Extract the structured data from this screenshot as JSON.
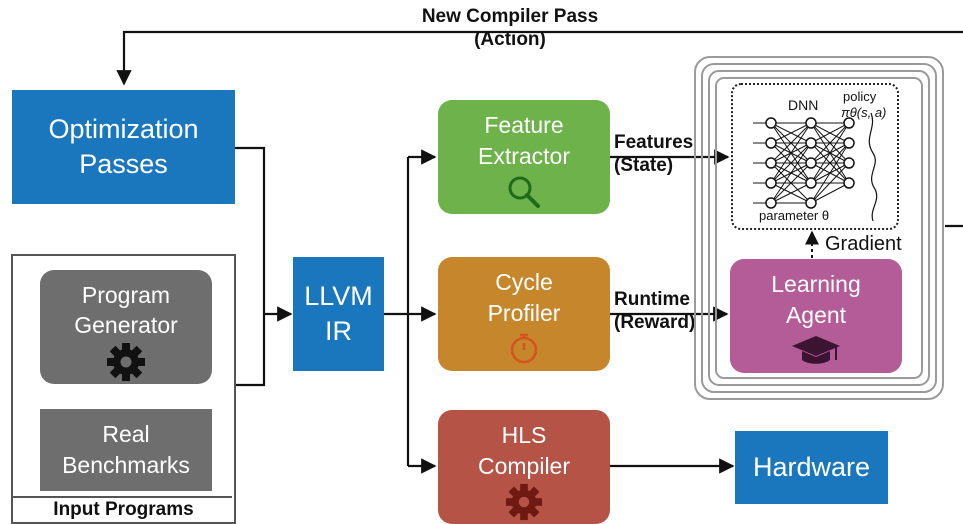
{
  "top_action": {
    "line1": "New Compiler Pass",
    "line2": "(Action)"
  },
  "optimization_passes": {
    "line1": "Optimization",
    "line2": "Passes"
  },
  "input_programs": {
    "caption": "Input Programs",
    "program_generator": {
      "line1": "Program",
      "line2": "Generator"
    },
    "real_benchmarks": {
      "line1": "Real",
      "line2": "Benchmarks"
    }
  },
  "llvm_ir": {
    "line1": "LLVM",
    "line2": "IR"
  },
  "feature_extractor": {
    "line1": "Feature",
    "line2": "Extractor"
  },
  "cycle_profiler": {
    "line1": "Cycle",
    "line2": "Profiler"
  },
  "hls_compiler": {
    "line1": "HLS",
    "line2": "Compiler"
  },
  "features_label": {
    "line1": "Features",
    "line2": "(State)"
  },
  "runtime_label": {
    "line1": "Runtime",
    "line2": "(Reward)"
  },
  "agent": {
    "dnn_label": "DNN",
    "policy_label": "policy",
    "policy_formula": "πθ(s, a)",
    "parameter_label": "parameter θ",
    "gradient_label": "Gradient",
    "learning_agent": {
      "line1": "Learning",
      "line2": "Agent"
    }
  },
  "hardware": {
    "label": "Hardware"
  },
  "colors": {
    "blue": "#1a77be",
    "green": "#6db24a",
    "orange": "#c6862b",
    "red": "#b55446",
    "purple": "#b35c97",
    "gray": "#6e6e6e",
    "icon_green": "#1e6b1a",
    "icon_orange": "#d4531f",
    "icon_red": "#6e1a12"
  },
  "icons": [
    "search-icon",
    "stopwatch-icon",
    "gear-icon",
    "graduation-cap-icon"
  ]
}
